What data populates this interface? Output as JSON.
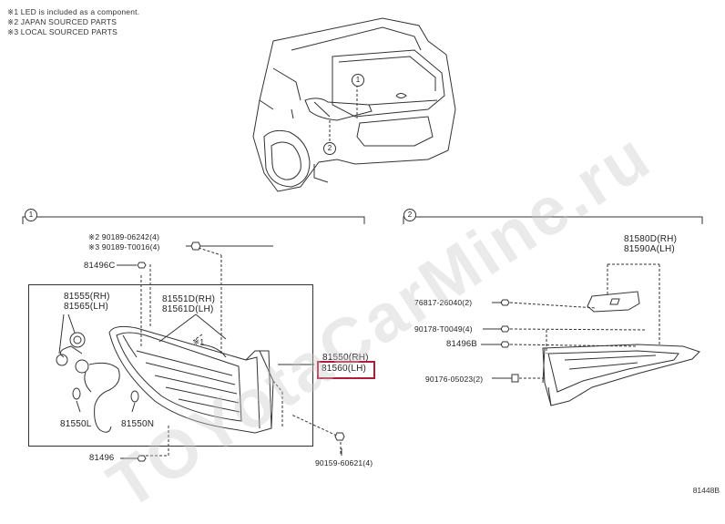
{
  "notes": [
    "※1 LED is included as a component.",
    "※2 JAPAN SOURCED PARTS",
    "※3 LOCAL SOURCED PARTS"
  ],
  "callouts": {
    "one": "1",
    "two": "2"
  },
  "left_group": {
    "bolt_label_1": "※2 90189-06242(4)",
    "bolt_label_2": "※3 90189-T0016(4)",
    "clip_top": "81496C",
    "socket_rh": "81555(RH)",
    "socket_lh": "81565(LH)",
    "lens_rh": "81551D(RH)",
    "lens_lh": "81561D(LH)",
    "lamp_rh": "81550(RH)",
    "lamp_lh": "81560(LH)",
    "bulb_l": "81550L",
    "bulb_n": "81550N",
    "clip_bottom": "81496",
    "screw": "90159-60621(4)",
    "led_mark": "※1"
  },
  "right_group": {
    "lamp_rh": "81580D(RH)",
    "lamp_lh": "81590A(LH)",
    "gasket": "76817-26040(2)",
    "bolt": "90178-T0049(4)",
    "clip": "81496B",
    "nut": "90176-05023(2)"
  },
  "highlight_color": "#b01a3a",
  "watermark": "TOYotaCarMine.ru",
  "diagram_code": "81448B"
}
